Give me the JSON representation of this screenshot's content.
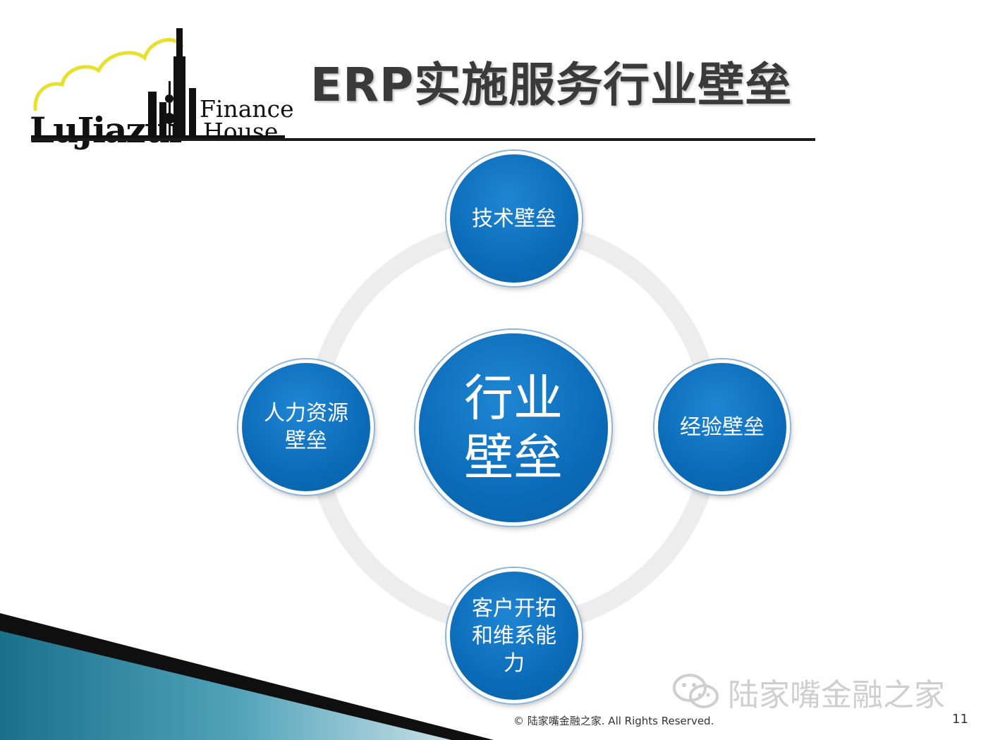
{
  "logo": {
    "wordmark": "LuJiazui",
    "finance": "Finance",
    "house": "House"
  },
  "title": "ERP实施服务行业壁垒",
  "diagram": {
    "center": "行业\n壁垒",
    "top": "技术壁垒",
    "right": "经验壁垒",
    "bottom": "客户开拓\n和维系能\n力",
    "left": "人力资源\n壁垒"
  },
  "watermark": "陆家嘴金融之家",
  "copyright": "© 陆家嘴金融之家. All Rights Reserved.",
  "page_number": "11",
  "colors": {
    "node_blue": "#0b6bb8",
    "ring_gray": "#ededed",
    "title_gray": "#3a3a3a",
    "accent_yellow": "#e8e02a",
    "footer_teal": "#1a6f8a"
  },
  "icons": [
    "wechat-icon"
  ]
}
